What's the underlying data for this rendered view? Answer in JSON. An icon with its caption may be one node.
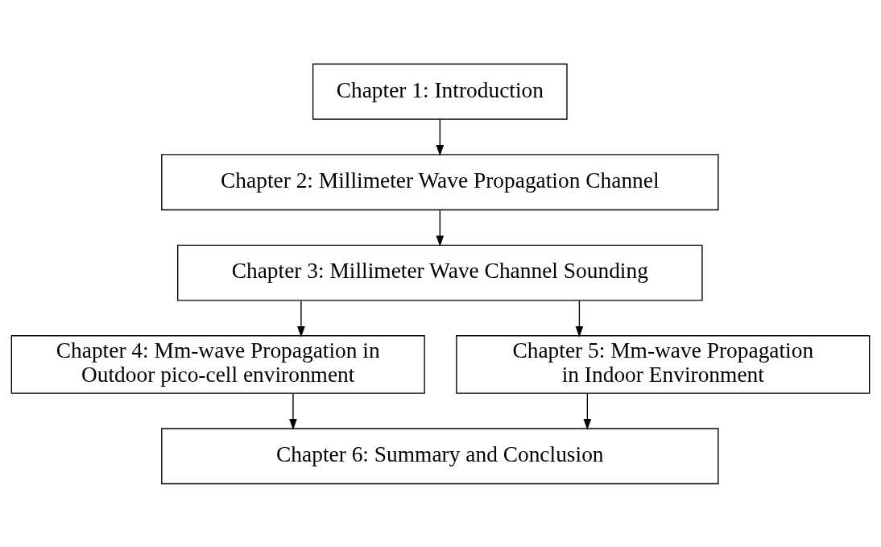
{
  "diagram": {
    "nodes": [
      {
        "text": [
          "Chapter 1: Introduction"
        ]
      },
      {
        "text": [
          "Chapter 2: Millimeter Wave Propagation Channel"
        ]
      },
      {
        "text": [
          "Chapter 3: Millimeter Wave Channel Sounding"
        ]
      },
      {
        "text": [
          "Chapter 4: Mm-wave Propagation in Outdoor pico-cell environment"
        ]
      },
      {
        "text": [
          "Chapter 5: Mm-wave Propagation in Indoor Environment"
        ]
      },
      {
        "text": [
          "Chapter 6: Summary and Conclusion"
        ]
      }
    ],
    "edges": [
      {
        "from": 0,
        "to": 1,
        "arrow": "to"
      },
      {
        "from": 1,
        "to": 2,
        "arrow": "to"
      },
      {
        "from": 2,
        "to": 3,
        "arrow": "to"
      },
      {
        "from": 2,
        "to": 4,
        "arrow": "to"
      },
      {
        "from": 3,
        "to": 5,
        "arrow": "to"
      },
      {
        "from": 4,
        "to": 5,
        "arrow": "to"
      }
    ]
  }
}
